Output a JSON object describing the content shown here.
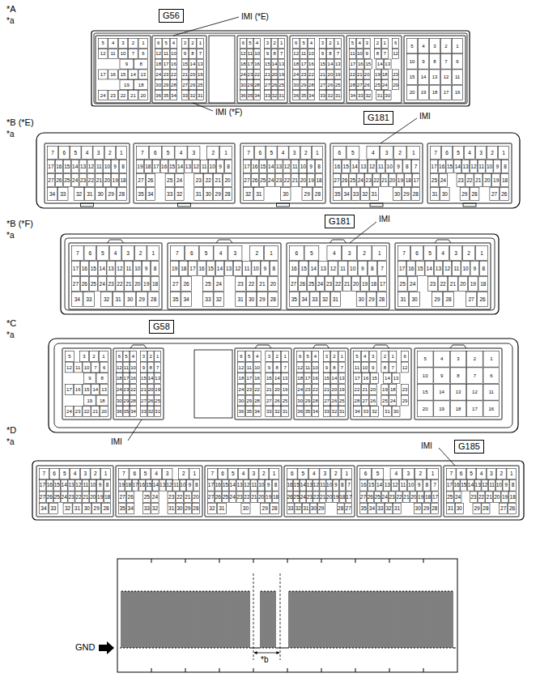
{
  "diagram": {
    "nodes": [
      {
        "text": [
          "G56"
        ]
      },
      {
        "text": [
          "G181"
        ]
      },
      {
        "text": [
          "G181"
        ]
      },
      {
        "text": [
          "G58"
        ]
      },
      {
        "text": [
          "G185"
        ]
      }
    ],
    "labels": [
      "*A",
      "*a",
      "IMI (*E)",
      "IMI (*F)",
      "5",
      "4",
      "3",
      "2",
      "1",
      "12",
      "11",
      "10",
      "7",
      "6",
      "9",
      "8",
      "17",
      "16",
      "15",
      "14",
      "13",
      "19",
      "18",
      "24",
      "23",
      "22",
      "21",
      "20",
      "6",
      "5",
      "4",
      "3",
      "2",
      "1",
      "12",
      "11",
      "10",
      "9",
      "8",
      "7",
      "18",
      "17",
      "16",
      "15",
      "14",
      "13",
      "24",
      "23",
      "22",
      "21",
      "20",
      "19",
      "30",
      "29",
      "28",
      "27",
      "26",
      "25",
      "36",
      "35",
      "34",
      "33",
      "32",
      "31",
      "6",
      "5",
      "4",
      "3",
      "2",
      "1",
      "12",
      "11",
      "10",
      "9",
      "8",
      "7",
      "18",
      "17",
      "16",
      "15",
      "14",
      "13",
      "24",
      "23",
      "22",
      "21",
      "20",
      "19",
      "30",
      "29",
      "28",
      "27",
      "26",
      "25",
      "36",
      "35",
      "34",
      "33",
      "32",
      "31",
      "6",
      "5",
      "4",
      "3",
      "2",
      "1",
      "12",
      "11",
      "10",
      "9",
      "8",
      "7",
      "18",
      "17",
      "16",
      "15",
      "14",
      "13",
      "24",
      "23",
      "22",
      "21",
      "20",
      "19",
      "30",
      "29",
      "28",
      "27",
      "26",
      "25",
      "36",
      "35",
      "34",
      "33",
      "32",
      "31",
      "5",
      "4",
      "3",
      "2",
      "1",
      "6",
      "11",
      "10",
      "9",
      "8",
      "7",
      "12",
      "17",
      "16",
      "15",
      "14",
      "13",
      "22",
      "21",
      "20",
      "19",
      "18",
      "23",
      "28",
      "27",
      "26",
      "25",
      "24",
      "29",
      "34",
      "33",
      "32",
      "31",
      "30",
      "5",
      "4",
      "3",
      "2",
      "1",
      "10",
      "9",
      "8",
      "7",
      "6",
      "15",
      "14",
      "13",
      "12",
      "11",
      "20",
      "19",
      "18",
      "17",
      "16",
      "*B (*E)",
      "*a",
      "IMI",
      "7",
      "6",
      "5",
      "4",
      "3",
      "2",
      "1",
      "17",
      "16",
      "15",
      "14",
      "13",
      "12",
      "11",
      "10",
      "9",
      "8",
      "27",
      "26",
      "25",
      "24",
      "23",
      "22",
      "21",
      "20",
      "19",
      "18",
      "34",
      "33",
      "32",
      "31",
      "30",
      "29",
      "28",
      "7",
      "6",
      "5",
      "4",
      "3",
      "2",
      "1",
      "19",
      "18",
      "17",
      "16",
      "15",
      "14",
      "13",
      "12",
      "11",
      "10",
      "9",
      "8",
      "27",
      "26",
      "25",
      "24",
      "23",
      "22",
      "21",
      "20",
      "35",
      "34",
      "33",
      "32",
      "31",
      "30",
      "29",
      "28",
      "7",
      "6",
      "5",
      "4",
      "3",
      "2",
      "1",
      "17",
      "16",
      "15",
      "14",
      "13",
      "12",
      "11",
      "10",
      "9",
      "8",
      "27",
      "26",
      "25",
      "24",
      "23",
      "22",
      "21",
      "20",
      "19",
      "18",
      "32",
      "31",
      "30",
      "29",
      "28",
      "6",
      "5",
      "4",
      "3",
      "2",
      "1",
      "16",
      "15",
      "14",
      "13",
      "12",
      "11",
      "10",
      "9",
      "8",
      "7",
      "27",
      "26",
      "25",
      "24",
      "23",
      "22",
      "21",
      "20",
      "19",
      "18",
      "17",
      "35",
      "34",
      "33",
      "32",
      "31",
      "30",
      "29",
      "28",
      "7",
      "6",
      "5",
      "4",
      "3",
      "2",
      "1",
      "17",
      "16",
      "15",
      "14",
      "13",
      "12",
      "11",
      "10",
      "9",
      "8",
      "25",
      "24",
      "23",
      "22",
      "21",
      "20",
      "19",
      "18",
      "31",
      "30",
      "29",
      "28",
      "27",
      "26",
      "*B (*F)",
      "*a",
      "IMI",
      "7",
      "6",
      "5",
      "4",
      "3",
      "2",
      "1",
      "17",
      "16",
      "15",
      "14",
      "13",
      "12",
      "11",
      "10",
      "9",
      "8",
      "27",
      "26",
      "25",
      "24",
      "23",
      "22",
      "21",
      "20",
      "19",
      "18",
      "34",
      "33",
      "32",
      "31",
      "30",
      "29",
      "28",
      "7",
      "6",
      "5",
      "4",
      "3",
      "2",
      "1",
      "19",
      "18",
      "17",
      "16",
      "15",
      "14",
      "13",
      "12",
      "11",
      "10",
      "9",
      "8",
      "27",
      "26",
      "25",
      "24",
      "23",
      "22",
      "21",
      "20",
      "35",
      "34",
      "33",
      "32",
      "31",
      "30",
      "29",
      "28",
      "6",
      "5",
      "4",
      "3",
      "2",
      "1",
      "16",
      "15",
      "14",
      "13",
      "12",
      "11",
      "10",
      "9",
      "8",
      "7",
      "27",
      "26",
      "25",
      "24",
      "23",
      "22",
      "21",
      "20",
      "19",
      "18",
      "17",
      "35",
      "34",
      "33",
      "32",
      "31",
      "30",
      "29",
      "28",
      "7",
      "6",
      "5",
      "4",
      "3",
      "2",
      "1",
      "17",
      "16",
      "15",
      "14",
      "13",
      "12",
      "11",
      "10",
      "9",
      "8",
      "25",
      "24",
      "23",
      "22",
      "21",
      "20",
      "19",
      "18",
      "31",
      "30",
      "29",
      "28",
      "27",
      "26",
      "*C",
      "*a",
      "5",
      "3",
      "2",
      "1",
      "12",
      "11",
      "10",
      "7",
      "6",
      "9",
      "8",
      "17",
      "16",
      "15",
      "14",
      "13",
      "19",
      "18",
      "24",
      "23",
      "22",
      "21",
      "20",
      "6",
      "5",
      "4",
      "3",
      "2",
      "1",
      "12",
      "11",
      "10",
      "9",
      "8",
      "7",
      "18",
      "17",
      "16",
      "15",
      "14",
      "13",
      "24",
      "23",
      "22",
      "21",
      "20",
      "19",
      "30",
      "29",
      "28",
      "27",
      "26",
      "25",
      "36",
      "35",
      "34",
      "33",
      "32",
      "31",
      "6",
      "5",
      "4",
      "3",
      "2",
      "1",
      "12",
      "11",
      "10",
      "9",
      "8",
      "7",
      "18",
      "17",
      "16",
      "15",
      "14",
      "13",
      "24",
      "23",
      "22",
      "21",
      "20",
      "19",
      "30",
      "29",
      "28",
      "27",
      "26",
      "25",
      "36",
      "35",
      "34",
      "33",
      "32",
      "31",
      "6",
      "5",
      "4",
      "3",
      "2",
      "1",
      "12",
      "11",
      "10",
      "9",
      "8",
      "7",
      "18",
      "17",
      "16",
      "15",
      "14",
      "13",
      "24",
      "23",
      "22",
      "21",
      "20",
      "19",
      "30",
      "29",
      "28",
      "27",
      "26",
      "25",
      "36",
      "35",
      "34",
      "33",
      "32",
      "31",
      "5",
      "4",
      "3",
      "2",
      "1",
      "6",
      "11",
      "10",
      "9",
      "8",
      "7",
      "12",
      "17",
      "16",
      "15",
      "14",
      "13",
      "22",
      "21",
      "20",
      "19",
      "18",
      "23",
      "28",
      "27",
      "26",
      "25",
      "24",
      "29",
      "34",
      "33",
      "32",
      "31",
      "30",
      "5",
      "4",
      "3",
      "2",
      "1",
      "10",
      "9",
      "8",
      "7",
      "6",
      "15",
      "14",
      "13",
      "12",
      "11",
      "20",
      "19",
      "18",
      "17",
      "16",
      "IMI",
      "*D",
      "*a",
      "IMI",
      "7",
      "6",
      "5",
      "4",
      "3",
      "2",
      "1",
      "17",
      "16",
      "15",
      "14",
      "13",
      "12",
      "11",
      "10",
      "9",
      "8",
      "27",
      "26",
      "25",
      "24",
      "23",
      "22",
      "21",
      "20",
      "19",
      "18",
      "34",
      "33",
      "32",
      "31",
      "30",
      "29",
      "28",
      "7",
      "6",
      "5",
      "4",
      "3",
      "2",
      "1",
      "19",
      "18",
      "17",
      "16",
      "15",
      "14",
      "13",
      "12",
      "11",
      "10",
      "9",
      "8",
      "27",
      "26",
      "25",
      "24",
      "23",
      "22",
      "21",
      "20",
      "35",
      "34",
      "33",
      "32",
      "31",
      "30",
      "29",
      "28",
      "7",
      "6",
      "5",
      "4",
      "3",
      "2",
      "1",
      "17",
      "16",
      "15",
      "14",
      "13",
      "12",
      "11",
      "10",
      "9",
      "8",
      "27",
      "26",
      "25",
      "24",
      "23",
      "22",
      "21",
      "20",
      "19",
      "18",
      "32",
      "31",
      "30",
      "29",
      "28",
      "6",
      "5",
      "4",
      "3",
      "2",
      "1",
      "16",
      "15",
      "14",
      "13",
      "12",
      "11",
      "10",
      "9",
      "8",
      "7",
      "26",
      "25",
      "24",
      "23",
      "22",
      "21",
      "20",
      "19",
      "18",
      "17",
      "33",
      "32",
      "31",
      "30",
      "29",
      "28",
      "27",
      "6",
      "5",
      "4",
      "3",
      "2",
      "1",
      "16",
      "15",
      "14",
      "13",
      "12",
      "11",
      "10",
      "9",
      "8",
      "7",
      "27",
      "26",
      "25",
      "24",
      "23",
      "22",
      "21",
      "20",
      "19",
      "18",
      "17",
      "35",
      "34",
      "33",
      "32",
      "31",
      "30",
      "29",
      "28",
      "7",
      "6",
      "5",
      "4",
      "3",
      "2",
      "1",
      "17",
      "16",
      "15",
      "14",
      "13",
      "12",
      "11",
      "10",
      "9",
      "8",
      "25",
      "24",
      "23",
      "22",
      "21",
      "20",
      "19",
      "18",
      "31",
      "30",
      "29",
      "28",
      "27",
      "26",
      "GND",
      "*b"
    ]
  }
}
